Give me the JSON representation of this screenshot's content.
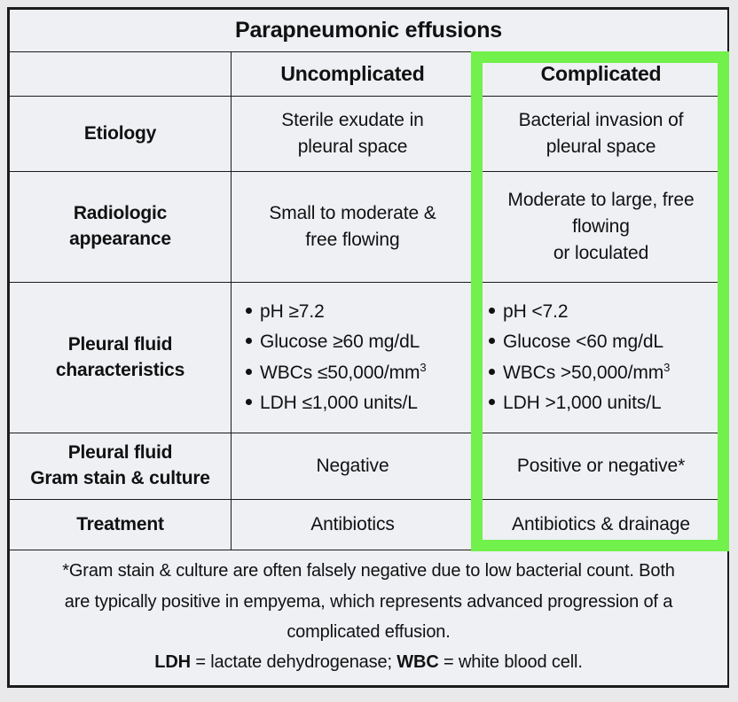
{
  "table": {
    "title": "Parapneumonic effusions",
    "columns": {
      "blank": "",
      "uncomplicated": "Uncomplicated",
      "complicated": "Complicated"
    },
    "highlight_color": "#72f04b",
    "rows": [
      {
        "label": "Etiology",
        "uncomplicated_lines": [
          "Sterile exudate in",
          "pleural space"
        ],
        "complicated_lines": [
          "Bacterial invasion of",
          "pleural space"
        ]
      },
      {
        "label_lines": [
          "Radiologic",
          "appearance"
        ],
        "uncomplicated_lines": [
          "Small to moderate &",
          "free flowing"
        ],
        "complicated_lines": [
          "Moderate to large, free",
          "flowing",
          "or loculated"
        ]
      },
      {
        "label_lines": [
          "Pleural fluid",
          "characteristics"
        ],
        "uncomplicated_bullets": [
          {
            "text": "pH ≥7.2"
          },
          {
            "text": "Glucose ≥60 mg/dL"
          },
          {
            "pre": "WBCs ≤50,000/mm",
            "sup": "3"
          },
          {
            "text": "LDH ≤1,000 units/L"
          }
        ],
        "complicated_bullets": [
          {
            "text": "pH <7.2"
          },
          {
            "text": "Glucose <60 mg/dL"
          },
          {
            "pre": "WBCs >50,000/mm",
            "sup": "3"
          },
          {
            "text": "LDH >1,000 units/L"
          }
        ]
      },
      {
        "label_lines": [
          "Pleural fluid",
          "Gram stain & culture"
        ],
        "uncomplicated": "Negative",
        "complicated": "Positive or negative*"
      },
      {
        "label": "Treatment",
        "uncomplicated": "Antibiotics",
        "complicated": "Antibiotics & drainage"
      }
    ],
    "footnote": {
      "line1": "*Gram stain & culture are often falsely negative due to low bacterial count.  Both",
      "line2": "are typically positive in empyema, which represents advanced progression of a",
      "line3": "complicated effusion.",
      "abbrev_ldh_term": "LDH",
      "abbrev_ldh_def": " = lactate dehydrogenase; ",
      "abbrev_wbc_term": "WBC",
      "abbrev_wbc_def": " = white blood cell."
    }
  }
}
